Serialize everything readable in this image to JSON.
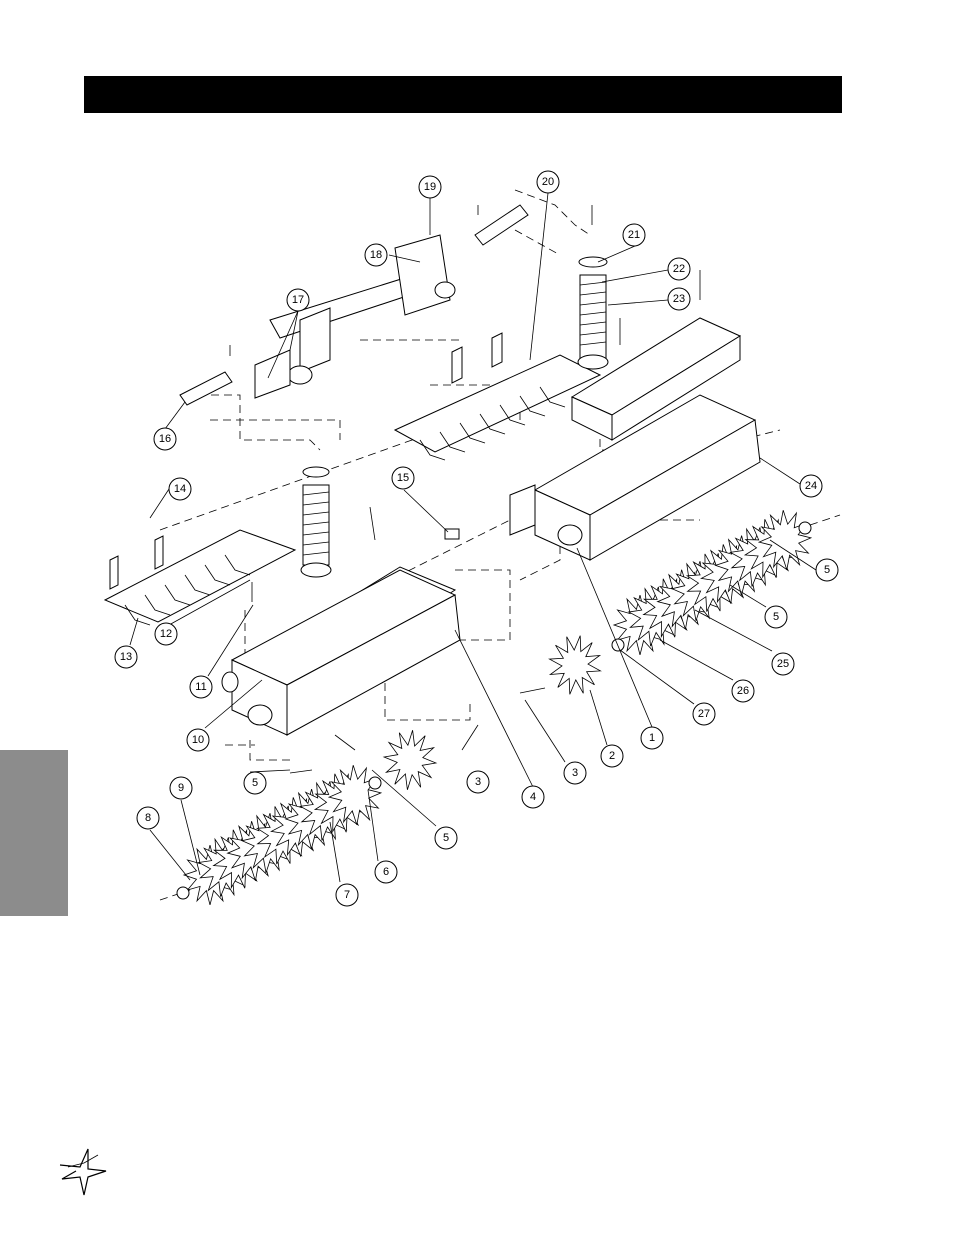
{
  "page": {
    "header_title": "",
    "side_tab_text": ""
  },
  "diagram": {
    "callouts": [
      "1",
      "2",
      "3",
      "3",
      "4",
      "5",
      "5",
      "5",
      "5",
      "6",
      "7",
      "8",
      "9",
      "10",
      "11",
      "12",
      "13",
      "14",
      "15",
      "16",
      "17",
      "18",
      "19",
      "20",
      "21",
      "22",
      "23",
      "24",
      "25",
      "26",
      "27"
    ]
  },
  "icons": {
    "logo": "star-logo-icon"
  },
  "colors": {
    "header_bar": "#000000",
    "side_tab": "#8c8c8c"
  }
}
